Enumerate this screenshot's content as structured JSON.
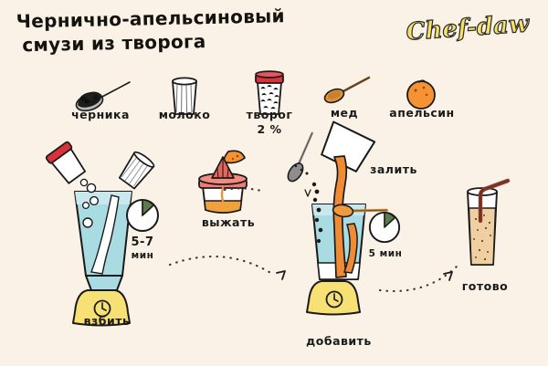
{
  "poster": {
    "background_color": "#faf2e6",
    "ink_color": "#1a1a1a",
    "title_line1": "Чернично-апельсиновый",
    "title_line2": "смузи из творога",
    "logo": "Chef-daw",
    "logo_color": "#f5e06a"
  },
  "ingredients": [
    {
      "name": "черника",
      "icon": "spoon-with-berries-icon",
      "color": "#1d1d1d"
    },
    {
      "name": "молоко",
      "icon": "milk-glass-icon",
      "color": "#ffffff"
    },
    {
      "name": "творог",
      "sub": "2 %",
      "icon": "cottage-cheese-jar-icon",
      "color": "#d8333a"
    },
    {
      "name": "мед",
      "icon": "honey-spoon-icon",
      "color": "#e0943b"
    },
    {
      "name": "апельсин",
      "icon": "orange-fruit-icon",
      "color": "#f79233"
    }
  ],
  "steps": [
    {
      "label": "взбить",
      "icon": "blender-icon",
      "timer": "5-7",
      "timer_unit": "мин"
    },
    {
      "label": "выжать",
      "icon": "citrus-juicer-icon"
    },
    {
      "label": "залить",
      "icon": "pouring-juice-icon"
    },
    {
      "label": "добавить",
      "icon": "blender-base-icon",
      "timer": "5",
      "timer_unit": "мин"
    },
    {
      "label": "готово",
      "icon": "smoothie-glass-with-straw-icon"
    }
  ],
  "timers": [
    {
      "value": "5-7",
      "unit": "мин",
      "wedge_color": "#5c7a4a"
    },
    {
      "value": "5",
      "unit": "мин",
      "wedge_color": "#5c7a4a"
    }
  ],
  "palette": {
    "cream": "#faf2e6",
    "ink": "#1a1a1a",
    "blue_liquid": "#a9dbe2",
    "yellow_base": "#f7e074",
    "orange_juice": "#ef8b34",
    "red_lid": "#d8333a",
    "juicer_pink": "#ef7b72",
    "smoothie_beige": "#f0cfa2",
    "straw_brown": "#8d3b2b",
    "green_wedge": "#5c7a4a"
  }
}
